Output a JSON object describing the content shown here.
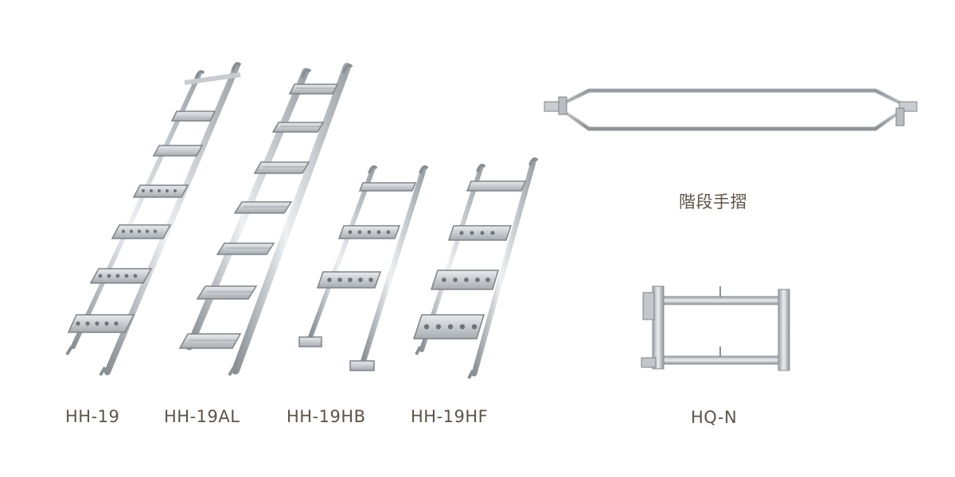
{
  "products": [
    {
      "code": "HH-19"
    },
    {
      "code": "HH-19AL"
    },
    {
      "code": "HH-19HB"
    },
    {
      "code": "HH-19HF"
    }
  ],
  "handrail": {
    "caption": "階段手摺"
  },
  "frame": {
    "code": "HQ-N"
  },
  "colors": {
    "label": "#5d5347",
    "steel_light": "#e6e8ea",
    "steel_mid": "#b9bdc1",
    "steel_dark": "#7e8388",
    "hole": "#6f7377"
  }
}
